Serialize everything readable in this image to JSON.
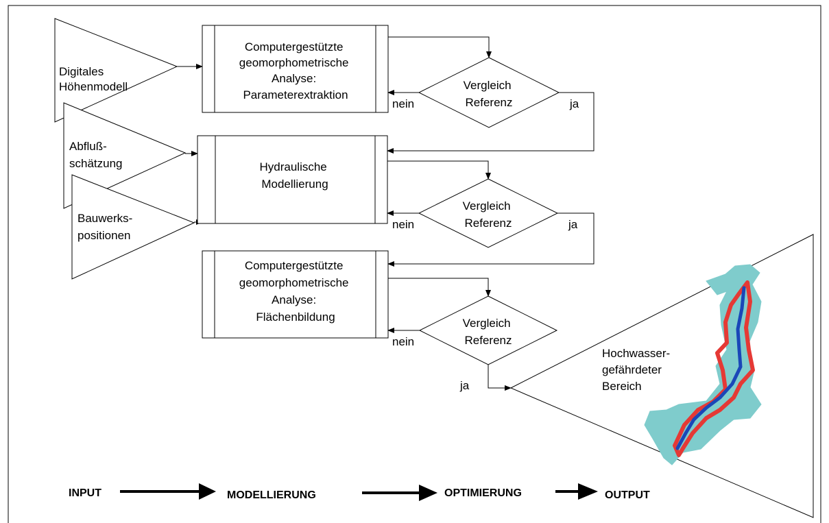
{
  "inputs": {
    "dhm": [
      "Digitales",
      "Höhenmodell"
    ],
    "abfluss": [
      "Abfluß-",
      "schätzung"
    ],
    "bauwerk": [
      "Bauwerks-",
      "positionen"
    ]
  },
  "processes": {
    "p1": [
      "Computergestützte",
      "geomorphometrische",
      "Analyse:",
      "Parameterextraktion"
    ],
    "p2": [
      "Hydraulische",
      "Modellierung"
    ],
    "p3": [
      "Computergestützte",
      "geomorphometrische",
      "Analyse:",
      "Flächenbildung"
    ]
  },
  "decisions": {
    "d1": [
      "Vergleich",
      "Referenz"
    ],
    "d2": [
      "Vergleich",
      "Referenz"
    ],
    "d3": [
      "Vergleich",
      "Referenz"
    ]
  },
  "edge_labels": {
    "yes": "ja",
    "no": "nein"
  },
  "output": [
    "Hochwasser-",
    "gefährdeter",
    "Bereich"
  ],
  "stages": [
    "INPUT",
    "MODELLIERUNG",
    "OPTIMIERUNG",
    "OUTPUT"
  ],
  "colors": {
    "flood_area": "#7fcccc",
    "hazard_outline": "#e53935",
    "river": "#1a47b8"
  }
}
